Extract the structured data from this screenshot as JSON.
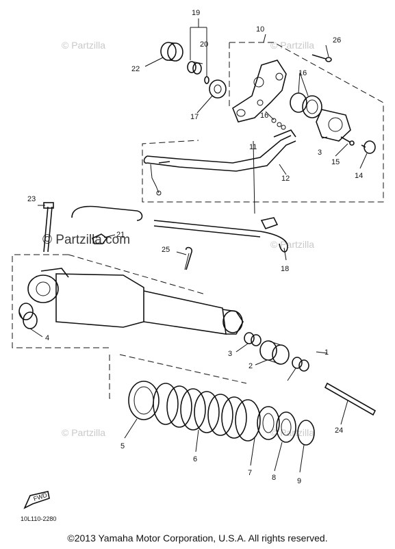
{
  "watermarks": {
    "brand": "Partzilla",
    "brand_full": "Partzilla.com"
  },
  "callouts": [
    "1",
    "2",
    "3",
    "3",
    "4",
    "5",
    "6",
    "7",
    "8",
    "9",
    "10",
    "11",
    "12",
    "14",
    "15",
    "16",
    "16",
    "17",
    "18",
    "19",
    "20",
    "21",
    "22",
    "23",
    "24",
    "25",
    "26"
  ],
  "diagram_code": "10L110-2280",
  "fwd_label": "FWD",
  "copyright": "©2013  Yamaha Motor Corporation, U.S.A. All rights reserved."
}
